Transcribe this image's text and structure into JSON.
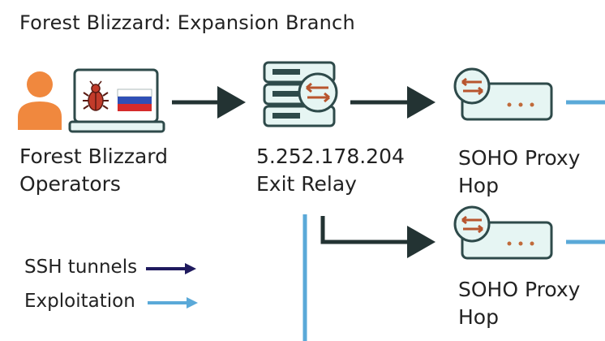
{
  "title": "Forest Blizzard: Expansion Branch",
  "nodes": {
    "operators": {
      "line1": "Forest Blizzard",
      "line2": "Operators",
      "icons": [
        "person-icon",
        "laptop-icon",
        "bug-icon",
        "russia-flag-icon"
      ]
    },
    "relay": {
      "line1": "5.252.178.204",
      "line2": "Exit Relay",
      "icons": [
        "server-icon",
        "swap-arrows-icon"
      ]
    },
    "proxy_top": {
      "line1": "SOHO Proxy",
      "line2": "Hop",
      "icons": [
        "router-icon",
        "swap-arrows-icon"
      ]
    },
    "proxy_bottom": {
      "line1": "SOHO Proxy",
      "line2": "Hop",
      "icons": [
        "router-icon",
        "swap-arrows-icon"
      ]
    }
  },
  "legend": [
    {
      "label": "SSH tunnels",
      "color": "#1f1a5e"
    },
    {
      "label": "Exploitation",
      "color": "#5aa9d8"
    }
  ],
  "colors": {
    "arrow_dark": "#233333",
    "line_blue": "#5aa9d8",
    "device_fill": "#e6f5f3",
    "device_stroke": "#2e4a4a",
    "person": "#f0883e"
  }
}
